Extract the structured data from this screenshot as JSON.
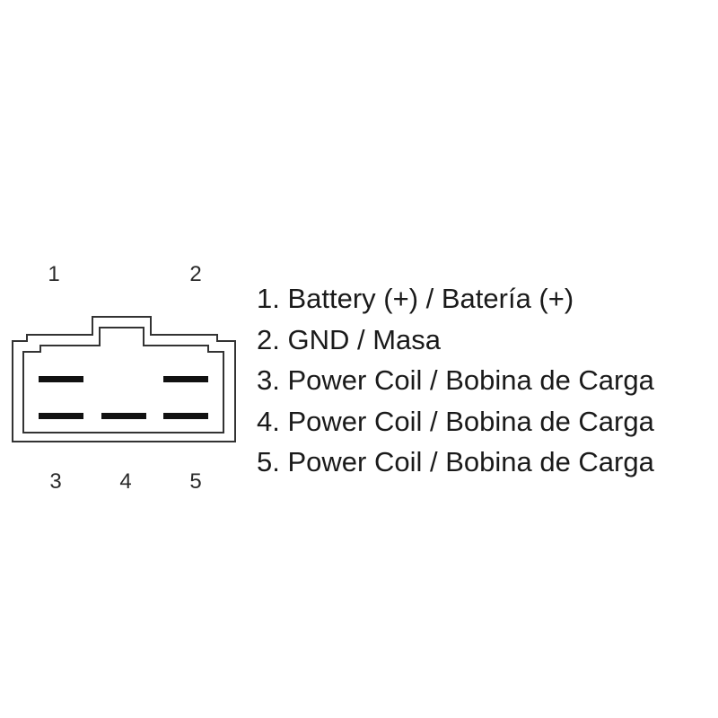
{
  "connector": {
    "pin_labels_top": [
      "1",
      "2"
    ],
    "pin_labels_bottom": [
      "3",
      "4",
      "5"
    ]
  },
  "legend": [
    "1. Battery (+) / Batería (+)",
    "2. GND / Masa",
    "3. Power Coil / Bobina de Carga",
    "4. Power Coil / Bobina de Carga",
    "5. Power Coil / Bobina de Carga"
  ]
}
